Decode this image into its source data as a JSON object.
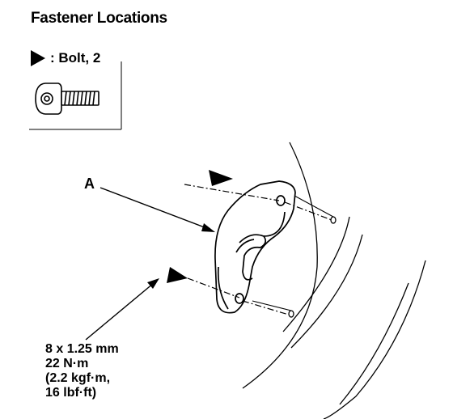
{
  "title": "Fastener Locations",
  "legend": {
    "label": ": Bolt, 2",
    "symbol_icon": "arrowhead-icon",
    "bolt_icon": "bolt-icon"
  },
  "callout": {
    "label": "A"
  },
  "torque_spec": {
    "size": "8 x 1.25 mm",
    "newton_meters": "22 N·m",
    "kgf_m": "(2.2 kgf·m,",
    "lbf_ft": "16 lbf·ft)"
  }
}
